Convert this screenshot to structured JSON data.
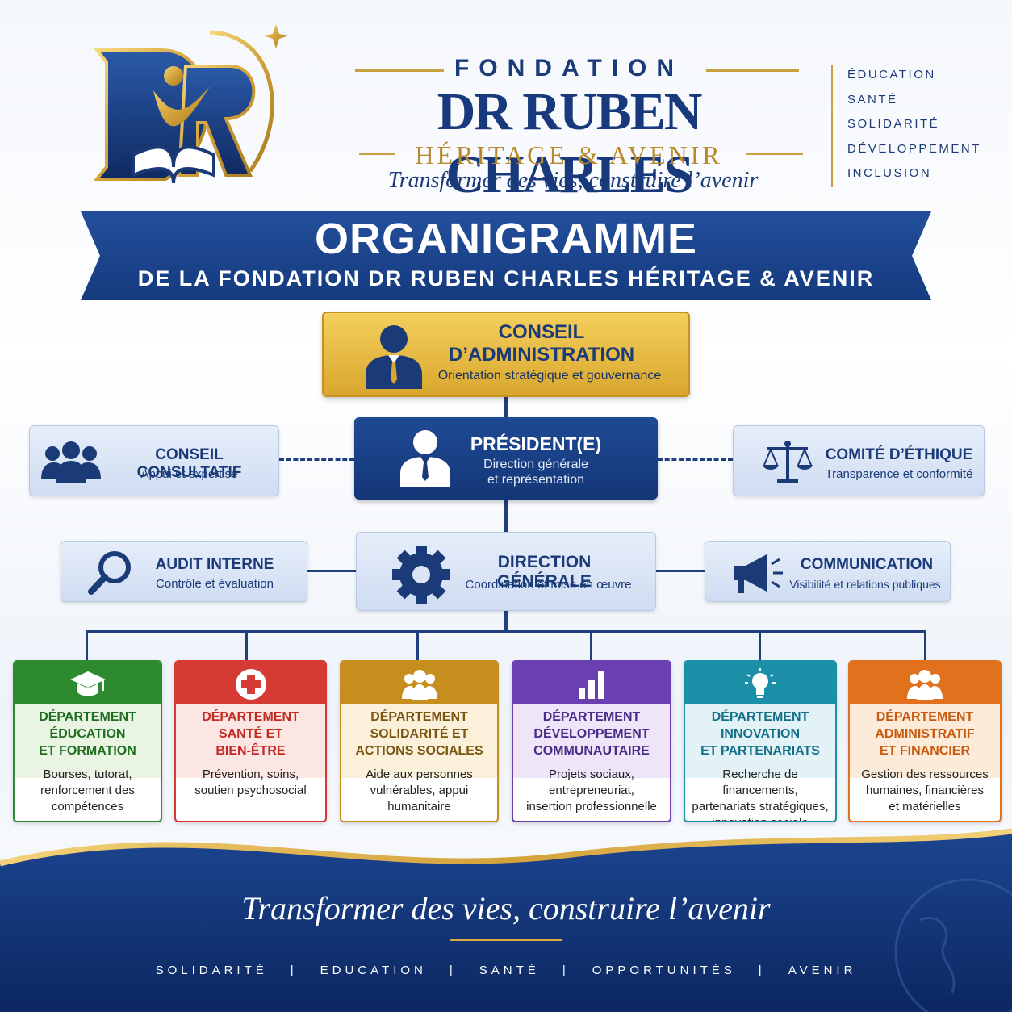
{
  "header": {
    "fondation": "FONDATION",
    "name": "DR RUBEN CHARLES",
    "heritage": "HÉRITAGE & AVENIR",
    "tagline": "Transformer des vies, construire l’avenir",
    "values": [
      "ÉDUCATION",
      "SANTÉ",
      "SOLIDARITÉ",
      "DÉVELOPPEMENT",
      "INCLUSION"
    ]
  },
  "banner": {
    "title": "ORGANIGRAMME",
    "subtitle": "DE LA FONDATION DR RUBEN CHARLES HÉRITAGE & AVENIR"
  },
  "nodes": {
    "conseil_admin": {
      "title_1": "CONSEIL",
      "title_2": "D’ADMINISTRATION",
      "subtitle": "Orientation stratégique et gouvernance",
      "icon": "person-suit-icon"
    },
    "president": {
      "title": "PRÉSIDENT(E)",
      "subtitle_1": "Direction générale",
      "subtitle_2": "et représentation",
      "icon": "person-icon"
    },
    "conseil_consultatif": {
      "title": "CONSEIL CONSULTATIF",
      "subtitle": "Appui et expertise",
      "icon": "group-icon"
    },
    "comite_ethique": {
      "title": "COMITÉ D’ÉTHIQUE",
      "subtitle": "Transparence et conformité",
      "icon": "scales-icon"
    },
    "direction_generale": {
      "title": "DIRECTION GÉNÉRALE",
      "subtitle": "Coordination et mise en œuvre",
      "icon": "gear-icon"
    },
    "audit_interne": {
      "title": "AUDIT INTERNE",
      "subtitle": "Contrôle et évaluation",
      "icon": "magnifier-icon"
    },
    "communication": {
      "title": "COMMUNICATION",
      "subtitle": "Visibilité et relations publiques",
      "icon": "megaphone-icon"
    }
  },
  "departments": [
    {
      "lines": [
        "DÉPARTEMENT",
        "ÉDUCATION",
        "ET FORMATION"
      ],
      "desc": [
        "Bourses, tutorat,",
        "renforcement des",
        "compétences"
      ],
      "color": "#2e8a2e",
      "tint": "#e9f4e3",
      "text": "#1f6e1f",
      "icon": "graduation-cap-icon"
    },
    {
      "lines": [
        "DÉPARTEMENT",
        "SANTÉ ET",
        "BIEN-ÊTRE"
      ],
      "desc": [
        "Prévention, soins,",
        "soutien psychosocial"
      ],
      "color": "#d63a34",
      "tint": "#fbe6e3",
      "text": "#c42a22",
      "icon": "medical-cross-icon"
    },
    {
      "lines": [
        "DÉPARTEMENT",
        "SOLIDARITÉ ET",
        "ACTIONS SOCIALES"
      ],
      "desc": [
        "Aide aux personnes",
        "vulnérables, appui",
        "humanitaire"
      ],
      "color": "#c68f1d",
      "tint": "#fbf0d9",
      "text": "#7a5510",
      "icon": "community-icon"
    },
    {
      "lines": [
        "DÉPARTEMENT",
        "DÉVELOPPEMENT",
        "COMMUNAUTAIRE"
      ],
      "desc": [
        "Projets sociaux,",
        "entrepreneuriat,",
        "insertion professionnelle"
      ],
      "color": "#6a3fb0",
      "tint": "#eee6f8",
      "text": "#4a2a8a",
      "icon": "bar-chart-icon"
    },
    {
      "lines": [
        "DÉPARTEMENT",
        "INNOVATION",
        "ET PARTENARIATS"
      ],
      "desc": [
        "Recherche de financements,",
        "partenariats stratégiques,",
        "innovation sociale"
      ],
      "color": "#1b8fa8",
      "tint": "#e2f2f6",
      "text": "#137088",
      "icon": "lightbulb-icon"
    },
    {
      "lines": [
        "DÉPARTEMENT",
        "ADMINISTRATIF",
        "ET FINANCIER"
      ],
      "desc": [
        "Gestion des ressources",
        "humaines, financières",
        "et matérielles"
      ],
      "color": "#e2711d",
      "tint": "#fcebd9",
      "text": "#c85a10",
      "icon": "team-icon"
    }
  ],
  "footer": {
    "tagline": "Transformer des vies, construire l’avenir",
    "values": [
      "SOLIDARITÉ",
      "ÉDUCATION",
      "SANTÉ",
      "OPPORTUNITÉS",
      "AVENIR"
    ],
    "separator": "|"
  },
  "colors": {
    "navy": "#1b3a78",
    "gold": "#c9a040"
  }
}
